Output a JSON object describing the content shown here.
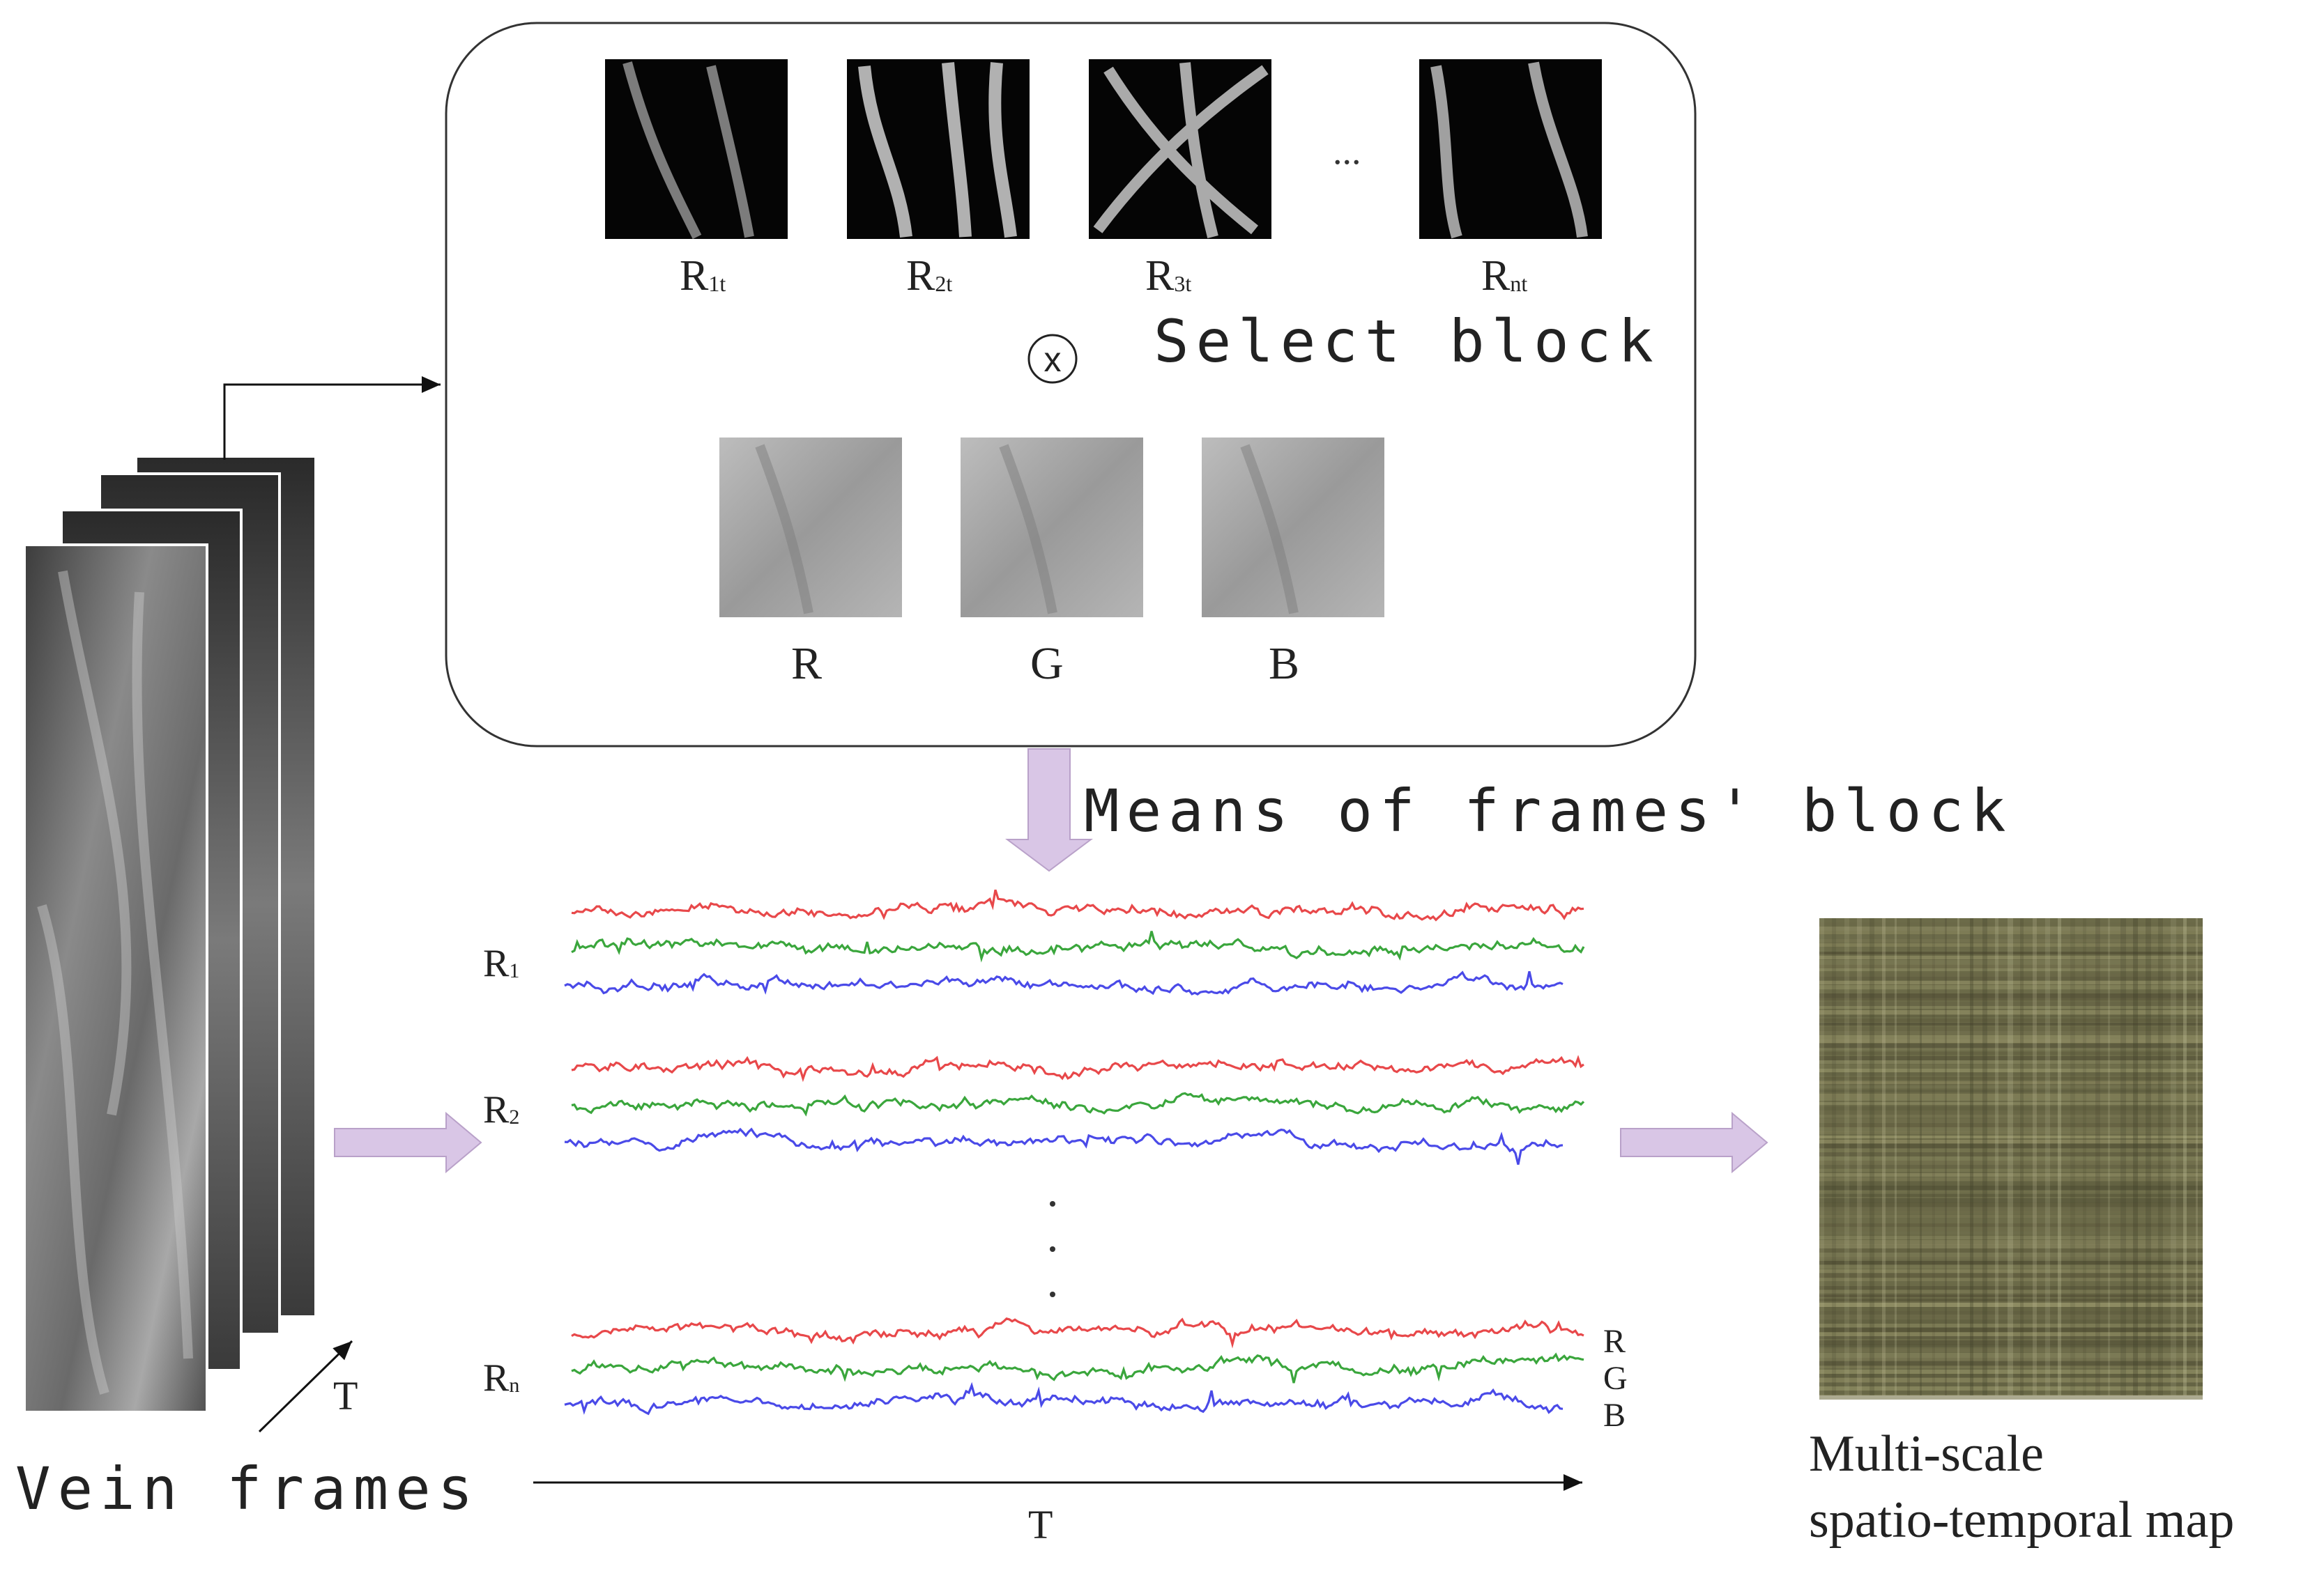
{
  "labels": {
    "vein_frames": "Vein frames",
    "select_block": "Select block",
    "means_block": "Means of frames' block",
    "output": [
      "Multi-scale",
      "spatio-temporal map"
    ],
    "time_axis": "T",
    "frames_time": "T",
    "ellipsis": "...",
    "multiply": "⊗"
  },
  "response_blocks": [
    {
      "base": "R",
      "sub": "1t"
    },
    {
      "base": "R",
      "sub": "2t"
    },
    {
      "base": "R",
      "sub": "3t"
    },
    {
      "base": "R",
      "sub": "nt"
    }
  ],
  "rgb_blocks": [
    "R",
    "G",
    "B"
  ],
  "signal_rows": [
    {
      "base": "R",
      "sub": "1"
    },
    {
      "base": "R",
      "sub": "2"
    },
    {
      "base": "R",
      "sub": "n"
    }
  ],
  "channel_legend": [
    "R",
    "G",
    "B"
  ],
  "colors": {
    "red_signal": "#e8484a",
    "green_signal": "#3aa63c",
    "blue_signal": "#4a4ae8",
    "flow_arrow": "#d9c6e6",
    "map_base": "#6b6a48"
  }
}
